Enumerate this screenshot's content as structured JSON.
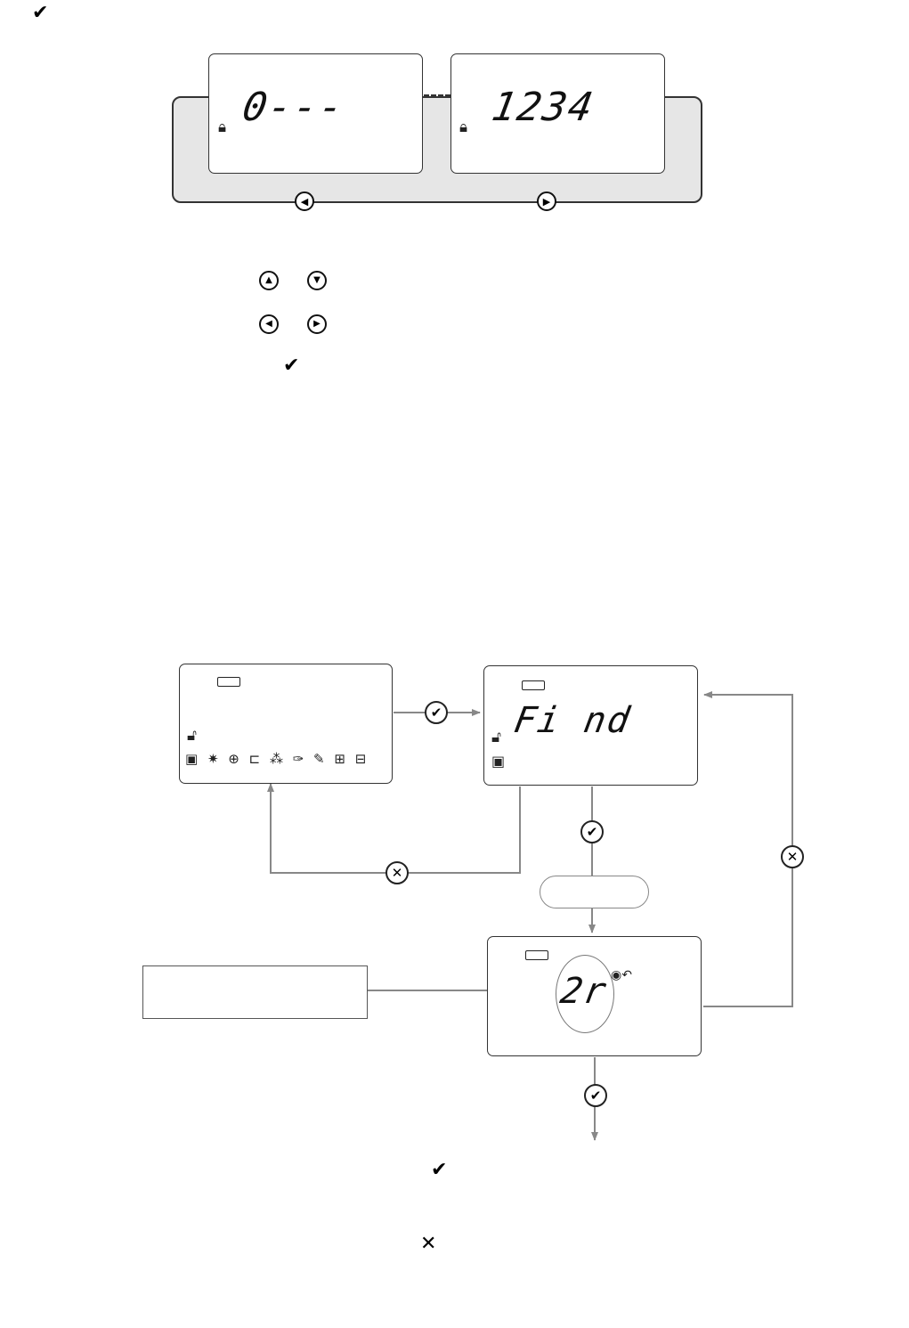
{
  "icons": {
    "check": "✔",
    "cross": "✕",
    "up": "▲",
    "down": "▼",
    "left": "◀",
    "right": "▶"
  },
  "panel_top": {
    "display_left": "0---",
    "display_right": "1234"
  },
  "panel_bottom": {
    "display_find": "Fi nd",
    "display_result": "2r"
  },
  "colors": {
    "connector": "#888888",
    "panel_bg": "#e6e6e6"
  }
}
